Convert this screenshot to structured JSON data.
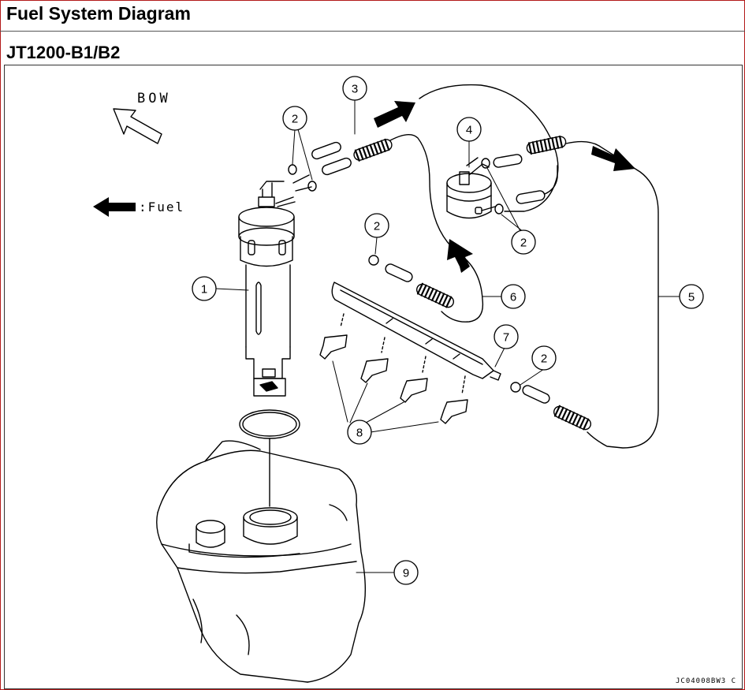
{
  "header": {
    "title": "Fuel System Diagram",
    "model": "JT1200-B1/B2"
  },
  "diagram": {
    "direction_label": "BOW",
    "legend_fuel": ":Fuel",
    "figure_code": "JC04008BW3 C",
    "callouts": {
      "c1": "1",
      "c2a": "2",
      "c2b": "2",
      "c2c": "2",
      "c2d": "2",
      "c3": "3",
      "c4": "4",
      "c5": "5",
      "c6": "6",
      "c7": "7",
      "c8": "8",
      "c9": "9"
    },
    "icons": [
      "fuel-pump",
      "pressure-regulator",
      "fuel-rail",
      "injector",
      "fuel-tank",
      "hose",
      "clamp",
      "o-ring",
      "flow-arrow"
    ]
  }
}
